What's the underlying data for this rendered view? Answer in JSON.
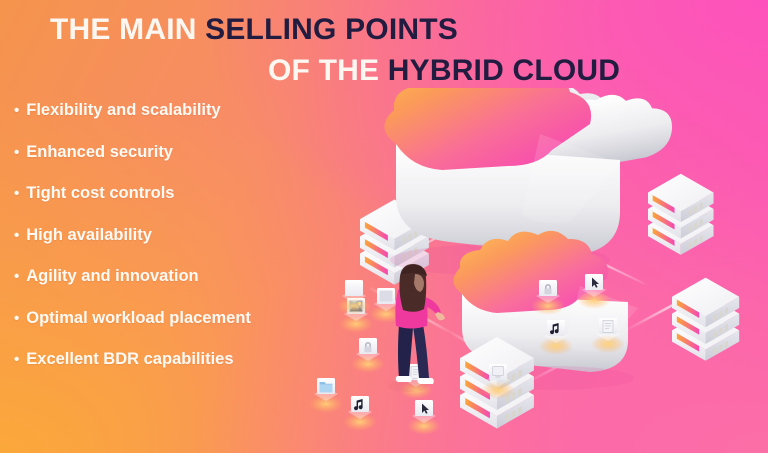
{
  "graphic": {
    "title": {
      "line1": [
        {
          "text": "THE MAIN ",
          "style": "light"
        },
        {
          "text": "SELLING POINTS",
          "style": "dark"
        }
      ],
      "line2": [
        {
          "text": "OF THE ",
          "style": "light"
        },
        {
          "text": "HYBRID CLOUD",
          "style": "dark"
        }
      ],
      "line1_light": "THE MAIN",
      "line1_dark": "SELLING POINTS",
      "line2_light": "OF THE",
      "line2_dark": "HYBRID CLOUD"
    },
    "bullet_marker": "•",
    "bullets": [
      "Flexibility and scalability",
      "Enhanced security",
      "Tight cost controls",
      "High availability",
      "Agility and innovation",
      "Optimal workload placement",
      "Excellent BDR capabilities"
    ],
    "colors": {
      "background_orange": "#F5944C",
      "background_amber": "#FBA83A",
      "background_pink": "#FD52BC",
      "background_rose": "#FC6FA6",
      "title_light": "#FDF7F2",
      "title_dark": "#211C40",
      "bullet_text": "#FFFAF4",
      "cloud_top_orange": "#FBB040",
      "cloud_top_pink": "#F83FB5",
      "server_white": "#FFFFFF",
      "server_stripe_magenta": "#F63FB2",
      "server_stripe_orange": "#FBA12F",
      "person_top": "#F0399E",
      "person_hair": "#4A2B28",
      "person_pants": "#23224B",
      "person_shoes": "#FFFFFF"
    },
    "illustration": {
      "name": "isometric-hybrid-cloud-scene",
      "elements": [
        "large-cloud-back",
        "large-cloud-front",
        "small-cloud",
        "server-rack-left",
        "server-rack-right-upper",
        "server-rack-right-lower",
        "server-rack-bottom-center",
        "person-standing",
        "floating-icon-tiles",
        "connection-lines"
      ],
      "icon_tiles": [
        "image-icon",
        "lock-icon",
        "document-icon",
        "cursor-icon",
        "music-note-icon",
        "folder-icon",
        "screen-icon"
      ]
    }
  }
}
